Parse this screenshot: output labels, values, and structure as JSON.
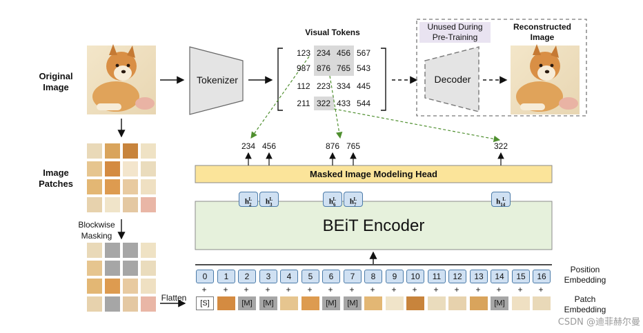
{
  "labels": {
    "original_image": "Original\nImage",
    "image_patches": "Image\nPatches",
    "blockwise_masking": "Blockwise\nMasking",
    "flatten": "Flatten",
    "tokenizer": "Tokenizer",
    "visual_tokens": "Visual Tokens",
    "decoder": "Decoder",
    "unused_during": "Unused During\nPre-Training",
    "reconstructed_image": "Reconstructed\nImage",
    "mim_head": "Masked Image Modeling Head",
    "encoder": "BEiT Encoder",
    "position_embedding": "Position\nEmbedding",
    "patch_embedding": "Patch\nEmbedding",
    "watermark": "CSDN @迪菲赫尔曼"
  },
  "token_grid": [
    [
      "123",
      "234",
      "456",
      "567"
    ],
    [
      "987",
      "876",
      "765",
      "543"
    ],
    [
      "112",
      "223",
      "334",
      "445"
    ],
    [
      "211",
      "322",
      "433",
      "544"
    ]
  ],
  "predicted_tokens": [
    "234",
    "456",
    "876",
    "765",
    "322"
  ],
  "hidden_states": [
    "h2",
    "h3",
    "h6",
    "h7",
    "h14"
  ],
  "hidden_superscript": "L",
  "positions": [
    "0",
    "1",
    "2",
    "3",
    "4",
    "5",
    "6",
    "7",
    "8",
    "9",
    "10",
    "11",
    "12",
    "13",
    "14",
    "15",
    "16"
  ],
  "plus_sign": "+",
  "patch_tokens": [
    "[S]",
    "",
    "[M]",
    "[M]",
    "",
    "",
    "[M]",
    "[M]",
    "",
    "",
    "",
    "",
    "",
    "",
    "[M]",
    "",
    ""
  ],
  "colors": {
    "tokenizer_fill": "#e4e4e4",
    "mim_head_fill": "#fbe49a",
    "encoder_fill": "#e6f1dc",
    "position_fill": "#cfe0f2",
    "mask_gray": "#a6a6a6",
    "arrow_green": "#4f8f2f",
    "unused_label_bg": "#e9e3f1"
  }
}
